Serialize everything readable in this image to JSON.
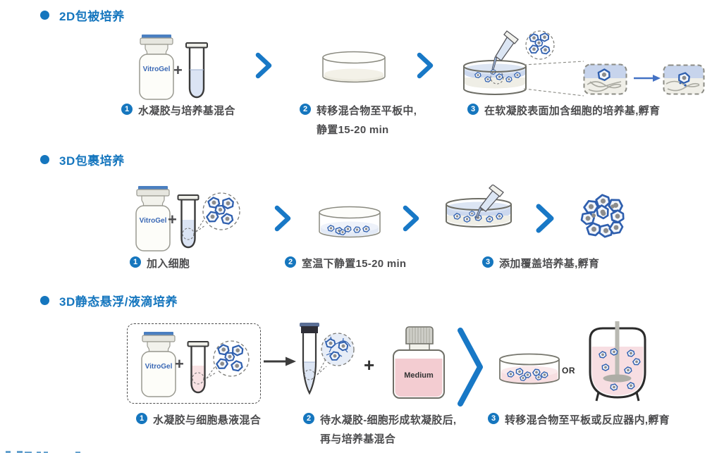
{
  "colors": {
    "accent_blue": "#1576BE",
    "chevron_blue": "#1878C6",
    "caption_gray": "#4C4C4E",
    "cell_outline_blue": "#2F5FAE",
    "nucleus_gray": "#8C8C8C",
    "medium_pink": "#F3CCD1",
    "gel_light_blue": "#DBE4F4",
    "inset_medium_blue": "#C7D4EC"
  },
  "labels": {
    "vitrogel": "VitroGel",
    "medium": "Medium",
    "or": "OR",
    "plus": "+"
  },
  "sections": [
    {
      "title": "2D包被培养",
      "steps": [
        {
          "num": "1",
          "caption": "水凝胶与培养基混合"
        },
        {
          "num": "2",
          "caption": "转移混合物至平板中,",
          "caption2": "静置15-20 min"
        },
        {
          "num": "3",
          "caption": "在软凝胶表面加含细胞的培养基,孵育"
        }
      ]
    },
    {
      "title": "3D包裹培养",
      "steps": [
        {
          "num": "1",
          "caption": "加入细胞"
        },
        {
          "num": "2",
          "caption": "室温下静置15-20 min"
        },
        {
          "num": "3",
          "caption": "添加覆盖培养基,孵育"
        }
      ]
    },
    {
      "title": "3D静态悬浮/液滴培养",
      "steps": [
        {
          "num": "1",
          "caption": "水凝胶与细胞悬液混合"
        },
        {
          "num": "2",
          "caption": "待水凝胶-细胞形成软凝胶后,",
          "caption2": "再与培养基混合"
        },
        {
          "num": "3",
          "caption": "转移混合物至平板或反应器内,孵育"
        }
      ]
    }
  ]
}
